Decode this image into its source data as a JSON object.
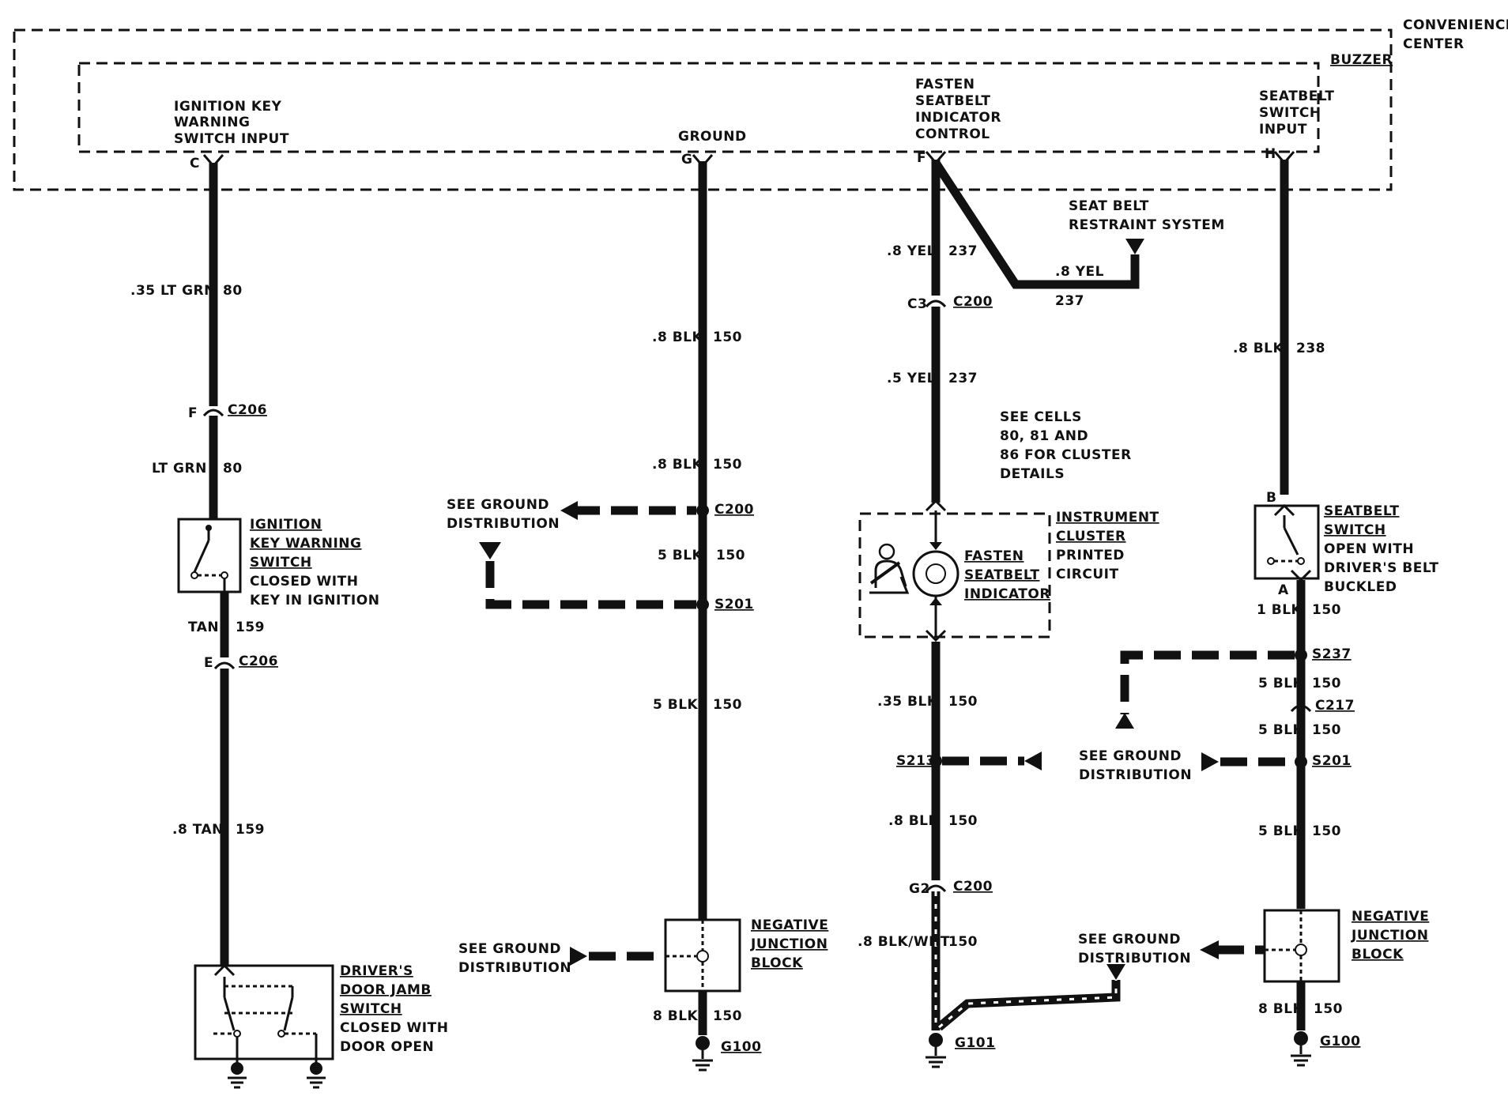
{
  "module": {
    "convenience_center": [
      "CONVENIENCE",
      "CENTER"
    ],
    "buzzer": "BUZZER",
    "pins": {
      "c": {
        "letter": "C",
        "label": [
          "IGNITION KEY",
          "WARNING",
          "SWITCH INPUT"
        ]
      },
      "g": {
        "letter": "G",
        "label": [
          "GROUND"
        ]
      },
      "f": {
        "letter": "F",
        "label": [
          "FASTEN",
          "SEATBELT",
          "INDICATOR",
          "CONTROL"
        ]
      },
      "h": {
        "letter": "H",
        "label": [
          "SEATBELT",
          "SWITCH",
          "INPUT"
        ]
      }
    }
  },
  "circuit_c": {
    "wire1": {
      "color": ".35 LT GRN",
      "number": "80"
    },
    "conn1": {
      "pin": "F",
      "name": "C206"
    },
    "wire2": {
      "color": "LT GRN",
      "number": "80"
    },
    "switch": {
      "name": [
        "IGNITION",
        "KEY WARNING",
        "SWITCH"
      ],
      "state": [
        "CLOSED WITH",
        "KEY IN IGNITION"
      ]
    },
    "wire3": {
      "color": "TAN",
      "number": "159"
    },
    "conn2": {
      "pin": "E",
      "name": "C206"
    },
    "wire4": {
      "color": ".8 TAN",
      "number": "159"
    },
    "door_switch": {
      "name": [
        "DRIVER'S",
        "DOOR JAMB",
        "SWITCH"
      ],
      "state": [
        "CLOSED WITH",
        "DOOR OPEN"
      ]
    }
  },
  "circuit_g": {
    "wire1": {
      "color": ".8 BLK",
      "number": "150"
    },
    "wire2": {
      "color": ".8 BLK",
      "number": "150"
    },
    "c200": "C200",
    "see_ground_1": [
      "SEE GROUND",
      "DISTRIBUTION"
    ],
    "wire3": {
      "color": "5 BLK",
      "number": "150"
    },
    "s201": "S201",
    "wire4": {
      "color": "5 BLK",
      "number": "150"
    },
    "see_ground_2": [
      "SEE GROUND",
      "DISTRIBUTION"
    ],
    "njb": [
      "NEGATIVE",
      "JUNCTION",
      "BLOCK"
    ],
    "wire5": {
      "color": "8 BLK",
      "number": "150"
    },
    "ground": "G100"
  },
  "circuit_f": {
    "wire1": {
      "color": ".8 YEL",
      "number": "237"
    },
    "branch": {
      "color": ".8 YEL",
      "number": "237",
      "target": [
        "SEAT BELT",
        "RESTRAINT SYSTEM"
      ]
    },
    "conn1": {
      "pin": "C3",
      "name": "C200"
    },
    "wire2": {
      "color": ".5 YEL",
      "number": "237"
    },
    "see_cells": [
      "SEE CELLS",
      "80, 81 AND",
      "86 FOR CLUSTER",
      "DETAILS"
    ],
    "cluster": [
      "INSTRUMENT",
      "CLUSTER",
      "PRINTED",
      "CIRCUIT"
    ],
    "indicator": [
      "FASTEN",
      "SEATBELT",
      "INDICATOR"
    ],
    "wire3": {
      "color": ".35 BLK",
      "number": "150"
    },
    "s213": "S213",
    "wire4": {
      "color": ".8 BLK",
      "number": "150"
    },
    "conn2": {
      "pin": "G2",
      "name": "C200"
    },
    "wire5": {
      "color": ".8 BLK/WHT",
      "number": "150"
    },
    "see_ground": [
      "SEE GROUND",
      "DISTRIBUTION"
    ],
    "ground": "G101"
  },
  "circuit_h": {
    "wire1": {
      "color": ".8 BLK",
      "number": "238"
    },
    "pin_b": "B",
    "pin_a": "A",
    "switch": {
      "name": [
        "SEATBELT",
        "SWITCH"
      ],
      "state": [
        "OPEN WITH",
        "DRIVER'S BELT",
        "BUCKLED"
      ]
    },
    "wire2": {
      "color": "1 BLK",
      "number": "150"
    },
    "s237": "S237",
    "see_ground_1": [
      "SEE GROUND",
      "DISTRIBUTION"
    ],
    "wire3": {
      "color": "5 BLK",
      "number": "150"
    },
    "c217": "C217",
    "wire4": {
      "color": "5 BLK",
      "number": "150"
    },
    "s201": "S201",
    "wire5": {
      "color": "5 BLK",
      "number": "150"
    },
    "see_ground_2": [
      "SEE GROUND",
      "DISTRIBUTION"
    ],
    "njb": [
      "NEGATIVE",
      "JUNCTION",
      "BLOCK"
    ],
    "wire6": {
      "color": "8 BLK",
      "number": "150"
    },
    "ground": "G100"
  }
}
